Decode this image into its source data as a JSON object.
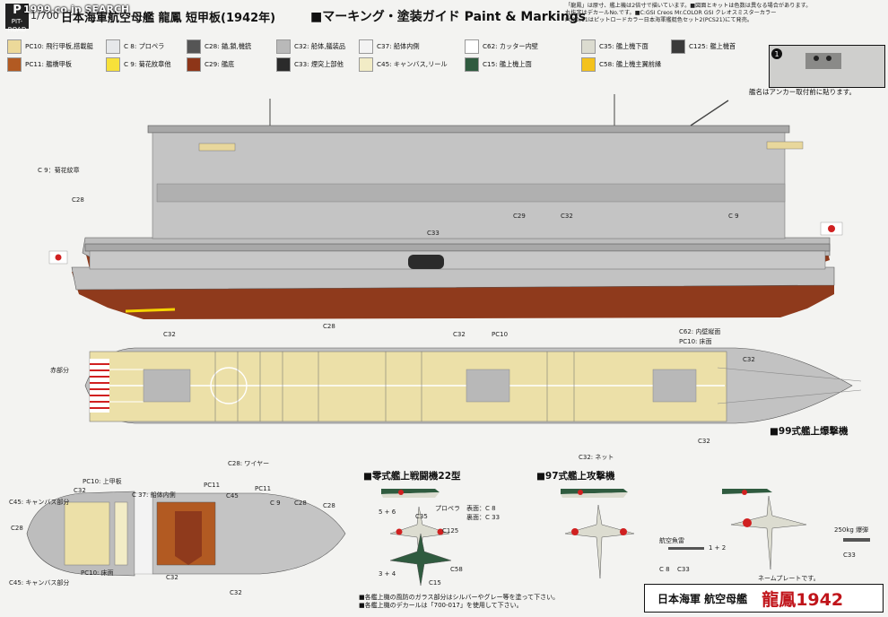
{
  "header": {
    "logo_text": "PIT-ROAD",
    "watermark": "1999.co.jp SEARCH",
    "scale": "1/700",
    "title": "日本海軍航空母艦 龍鳳 短甲板(1942年)",
    "guide_title": "■マーキング・塗装ガイド Paint & Markings",
    "notes": [
      "「龍鳳」は原寸、艦上機は2倍寸で描いています。■図面とキットは色数は異なる場合があります。",
      "丸抜字はデカールNo.です。■C:GSI Creos Mr.COLOR GSI クレオスミスターカラー",
      "PC10,11はピットロードカラー日本海軍艦艇色セット2(PCS21)にて発売。"
    ]
  },
  "legend": [
    {
      "code": "PC10: 飛行甲板,搭載艇",
      "color": "#ecd99a"
    },
    {
      "code": "C 8: プロペラ",
      "color": "#e6e8ea"
    },
    {
      "code": "C28: 錨,鎖,機銃",
      "color": "#555555"
    },
    {
      "code": "C32: 船体,艤装品",
      "color": "#b9b9b9"
    },
    {
      "code": "C37: 船体内側",
      "color": "#f3f3f3"
    },
    {
      "code": "C62: カッター内壁",
      "color": "#ffffff"
    },
    {
      "code": "C35: 艦上機下面",
      "color": "#dcdcd0"
    },
    {
      "code": "C125: 艦上機首",
      "color": "#3a3a3a"
    },
    {
      "code": "PC11: 艦橋甲板",
      "color": "#b25a22"
    },
    {
      "code": "C 9: 菊花紋章他",
      "color": "#f7e13a"
    },
    {
      "code": "C29: 艦底",
      "color": "#8d3518"
    },
    {
      "code": "C33: 煙突上部他",
      "color": "#2b2b2b"
    },
    {
      "code": "C45: キャンバス,リール",
      "color": "#f2ecc6"
    },
    {
      "code": "C15: 艦上機上面",
      "color": "#2f5b3f"
    },
    {
      "code": "C58: 艦上機主翼前縁",
      "color": "#f4c21c"
    }
  ],
  "anchor_note": "艦名はアンカー取付前に貼ります。",
  "side_top": {
    "c9_label": "C 9：菊花紋章",
    "c28": "C28",
    "c29": "C29",
    "c32": "C32",
    "c9b": "C 9"
  },
  "side_bottom": {
    "c33": "C33"
  },
  "deck": {
    "akabubun": "赤部分",
    "c28": "C28",
    "c32a": "C32",
    "c32b": "C32",
    "c32c": "C32",
    "c32d": "C32",
    "pc10": "PC10",
    "c62": "C62: 内壁縦面",
    "pc10b": "PC10: 床面",
    "wire": "C28: ワイヤー",
    "net": "C32: ネット"
  },
  "detail": {
    "pc10top": "PC10: 上甲板",
    "c32": "C32",
    "c45a": "C45: キャンバス部分",
    "c28": "C28",
    "c45b": "C45: キャンバス部分",
    "pc10floor": "PC10: 床面",
    "c37": "C 37: 船体内側",
    "pc11a": "PC11",
    "pc11b": "PC11",
    "c45": "C45",
    "c9": "C 9",
    "c28a": "C28",
    "c28b": "C28",
    "c32a": "C32",
    "c32b": "C32"
  },
  "planes": {
    "zero_title": "■零式艦上戦闘機22型",
    "kate_title": "■97式艦上攻撃機",
    "val_title": "■99式艦上爆撃機",
    "prop": "プロペラ",
    "omote": "表面：C 8",
    "ura": "裏面：C 33",
    "c35": "C35",
    "c125": "C125",
    "c58": "C58",
    "c15": "C15",
    "torpedo": "航空魚雷",
    "c8": "C 8",
    "c33": "C33",
    "bomb": "250kg 爆弾",
    "pairs": [
      "5 + 6",
      "3 + 4",
      "1 + 2"
    ]
  },
  "footer": {
    "notes": [
      "■各艦上機の風防のガラス部分はシルバーやグレー等を塗って下さい。",
      "■各艦上機のデカールは「700-017」を使用して下さい。"
    ],
    "nameplate_label": "ネームプレートです。",
    "nameplate_1": "日本海軍 航空母艦",
    "nameplate_2": "龍鳳1942"
  }
}
